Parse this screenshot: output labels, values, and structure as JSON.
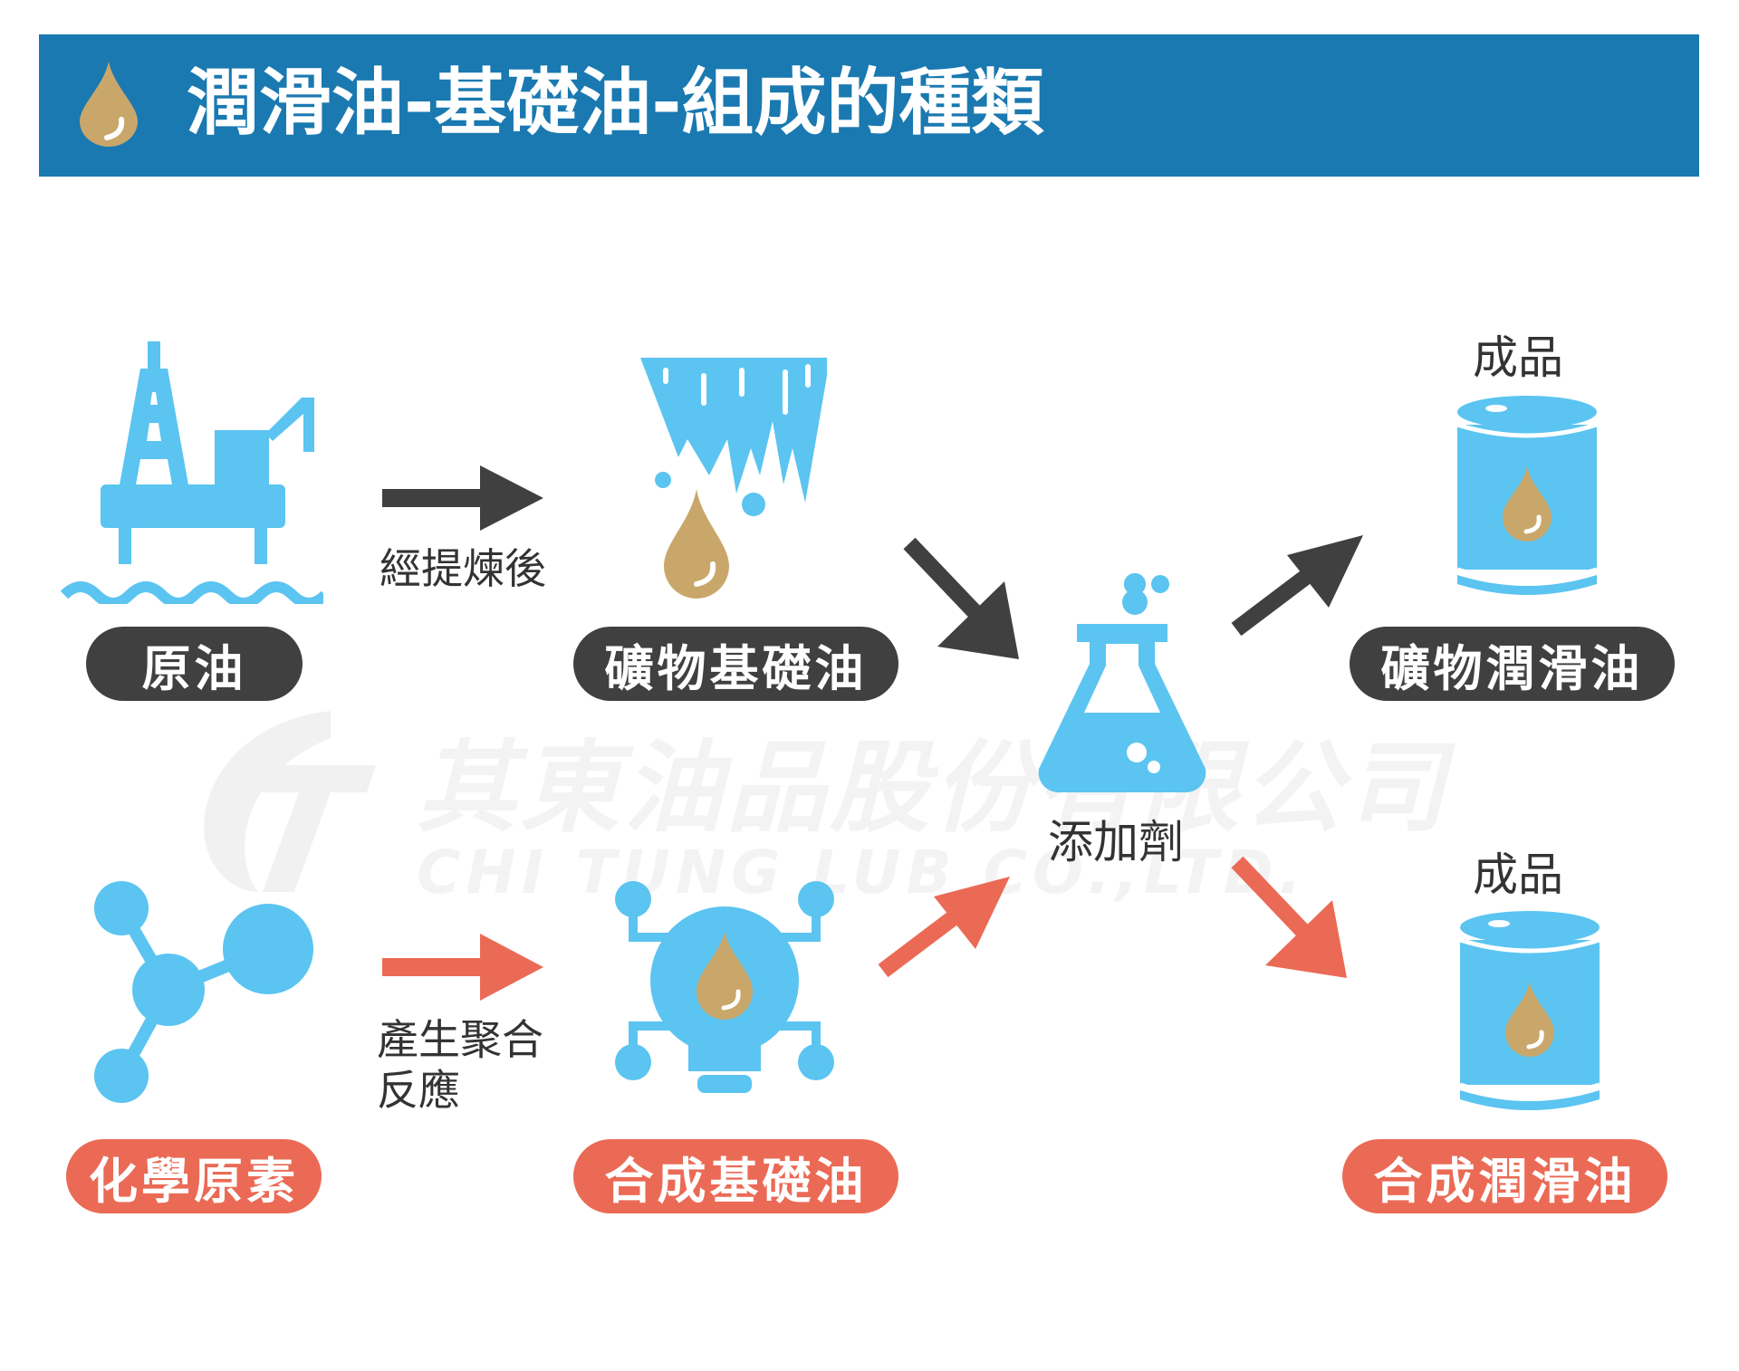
{
  "title": "潤滑油-基礎油-組成的種類",
  "watermark": {
    "name_zh": "其東油品股份有限公司",
    "name_en": "CHI TUNG LUB CO.,LTD."
  },
  "top_row": {
    "source": "原油",
    "process": "經提煉後",
    "base_oil": "礦物基礎油",
    "product_caption": "成品",
    "product": "礦物潤滑油"
  },
  "center": {
    "additive": "添加劑"
  },
  "bottom_row": {
    "source": "化學原素",
    "process_line1": "產生聚合",
    "process_line2": "反應",
    "base_oil": "合成基礎油",
    "product_caption": "成品",
    "product": "合成潤滑油"
  },
  "colors": {
    "header": "#1a79b0",
    "icon_blue": "#5bc4f1",
    "oil_gold": "#c9a76b",
    "mineral_dark": "#404040",
    "synthetic_red": "#eb6a55"
  }
}
